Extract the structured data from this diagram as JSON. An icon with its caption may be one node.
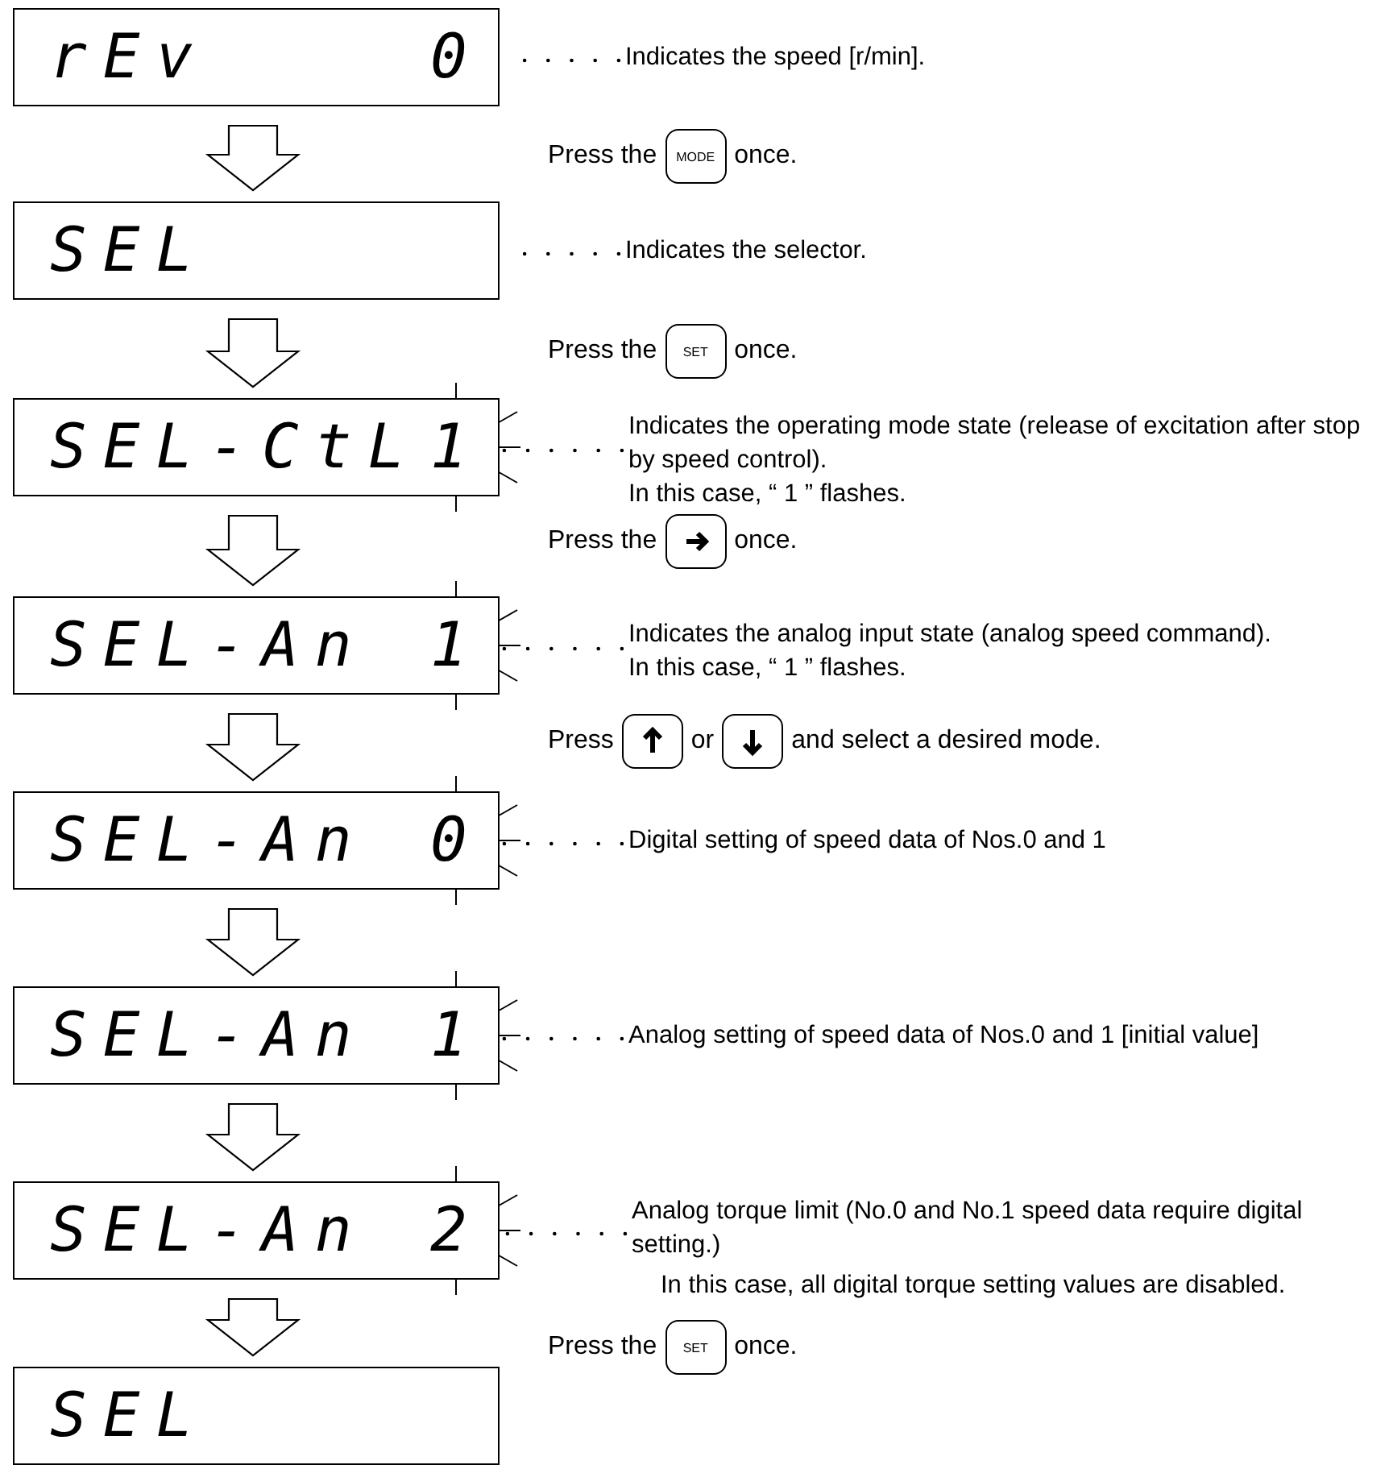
{
  "diagram": {
    "nodes": [
      {
        "text": [
          "rEv",
          "0"
        ]
      },
      {
        "text": [
          "SEL"
        ]
      },
      {
        "text": [
          "SEL-CtL",
          "1"
        ]
      },
      {
        "text": [
          "SEL-An",
          "1"
        ]
      },
      {
        "text": [
          "SEL-An",
          "0"
        ]
      },
      {
        "text": [
          "SEL-An",
          "1"
        ]
      },
      {
        "text": [
          "SEL-An",
          "2"
        ]
      },
      {
        "text": [
          "SEL"
        ]
      },
      {
        "text": [
          "Indicates the speed [r/min]."
        ]
      },
      {
        "text": [
          "Indicates the selector."
        ]
      },
      {
        "text": [
          "Indicates the operating mode state (release of excitation after stop by speed control).",
          "In this case, “ 1 ” flashes."
        ]
      },
      {
        "text": [
          "Indicates the analog input state (analog speed command).",
          "In this case, “ 1 ” flashes."
        ]
      },
      {
        "text": [
          "Digital setting of speed data of Nos.0 and 1"
        ]
      },
      {
        "text": [
          "Analog setting of speed data of Nos.0 and 1 [initial value]"
        ]
      },
      {
        "text": [
          "Analog torque limit (No.0 and No.1 speed data require digital setting.)",
          "In this case, all digital torque setting values are disabled."
        ]
      }
    ],
    "edges": [
      {
        "from": 0,
        "to": 1,
        "arrow": "to"
      },
      {
        "from": 1,
        "to": 2,
        "arrow": "to"
      },
      {
        "from": 2,
        "to": 3,
        "arrow": "to"
      },
      {
        "from": 3,
        "to": 4,
        "arrow": "to"
      },
      {
        "from": 4,
        "to": 5,
        "arrow": "to"
      },
      {
        "from": 5,
        "to": 6,
        "arrow": "to"
      },
      {
        "from": 6,
        "to": 7,
        "arrow": "to"
      },
      {
        "from": 8,
        "to": 0,
        "arrow": "none",
        "style": "dashed"
      },
      {
        "from": 9,
        "to": 1,
        "arrow": "none",
        "style": "dashed"
      },
      {
        "from": 10,
        "to": 2,
        "arrow": "none",
        "style": "dashed"
      },
      {
        "from": 11,
        "to": 3,
        "arrow": "none",
        "style": "dashed"
      },
      {
        "from": 12,
        "to": 4,
        "arrow": "none",
        "style": "dashed"
      },
      {
        "from": 13,
        "to": 5,
        "arrow": "none",
        "style": "dashed"
      },
      {
        "from": 14,
        "to": 6,
        "arrow": "none",
        "style": "dashed"
      }
    ],
    "labels": [
      "Press the",
      "MODE",
      "once.",
      "Press the",
      "SET",
      "once.",
      "Press the",
      "once.",
      "Press",
      "or",
      "and select a desired mode.",
      "Press the",
      "SET",
      "once."
    ]
  }
}
